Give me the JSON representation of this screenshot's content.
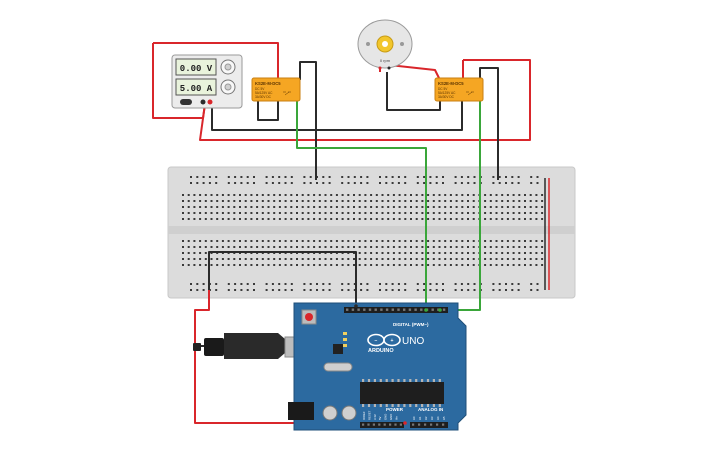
{
  "power_supply": {
    "voltage": "0.00 V",
    "current": "5.00 A"
  },
  "motor": {
    "speed": "0 rpm"
  },
  "relays": [
    {
      "part": "KS2E-M-DC5",
      "lines": [
        "DC 5V",
        "5A/125V AC",
        "3A/30V DC"
      ]
    },
    {
      "part": "KS2E-M-DC5",
      "lines": [
        "DC 5V",
        "5A/125V AC",
        "3A/30V DC"
      ]
    }
  ],
  "arduino": {
    "model": "UNO",
    "brand": "ARDUINO",
    "digital_label": "DIGITAL (PWM~)",
    "power_label": "POWER",
    "analog_label": "ANALOG IN",
    "power_pins": [
      "IOREF",
      "RESET",
      "3.3V",
      "5V",
      "GND",
      "GND",
      "Vin"
    ],
    "analog_pins": [
      "A0",
      "A1",
      "A2",
      "A3",
      "A4",
      "A5"
    ]
  },
  "colors": {
    "wire_red": "#d9262b",
    "wire_black": "#2b2b2b",
    "wire_green": "#3aa63a",
    "relay_body": "#f5a623",
    "arduino_board": "#2c6aa0",
    "breadboard": "#dcdcdc"
  }
}
